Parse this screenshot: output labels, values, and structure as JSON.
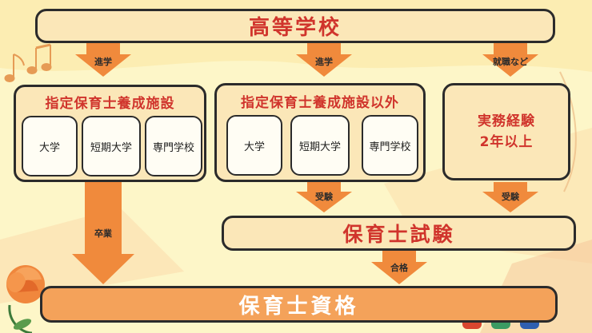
{
  "top": {
    "title": "高等学校"
  },
  "arrows": {
    "left_top": "進学",
    "middle_top": "進学",
    "right_top": "就職など",
    "middle_bottom": "受験",
    "right_bottom": "受験",
    "left_long": "卒業",
    "exam_down": "合格"
  },
  "panels": {
    "designated": {
      "title": "指定保育士養成施設",
      "items": [
        "大学",
        "短期大学",
        "専門学校"
      ]
    },
    "other": {
      "title": "指定保育士養成施設以外",
      "items": [
        "大学",
        "短期大学",
        "専門学校"
      ]
    },
    "experience": {
      "line1": "実務経験",
      "line2": "2年以上"
    }
  },
  "exam": {
    "title": "保育士試験"
  },
  "result": {
    "title": "保育士資格"
  },
  "colors": {
    "background": "#fdf6c8",
    "box_fill": "#fbe7b8",
    "title_red": "#d0342c",
    "arrow_orange": "#f08a3c",
    "final_bar": "#f4a25a"
  }
}
